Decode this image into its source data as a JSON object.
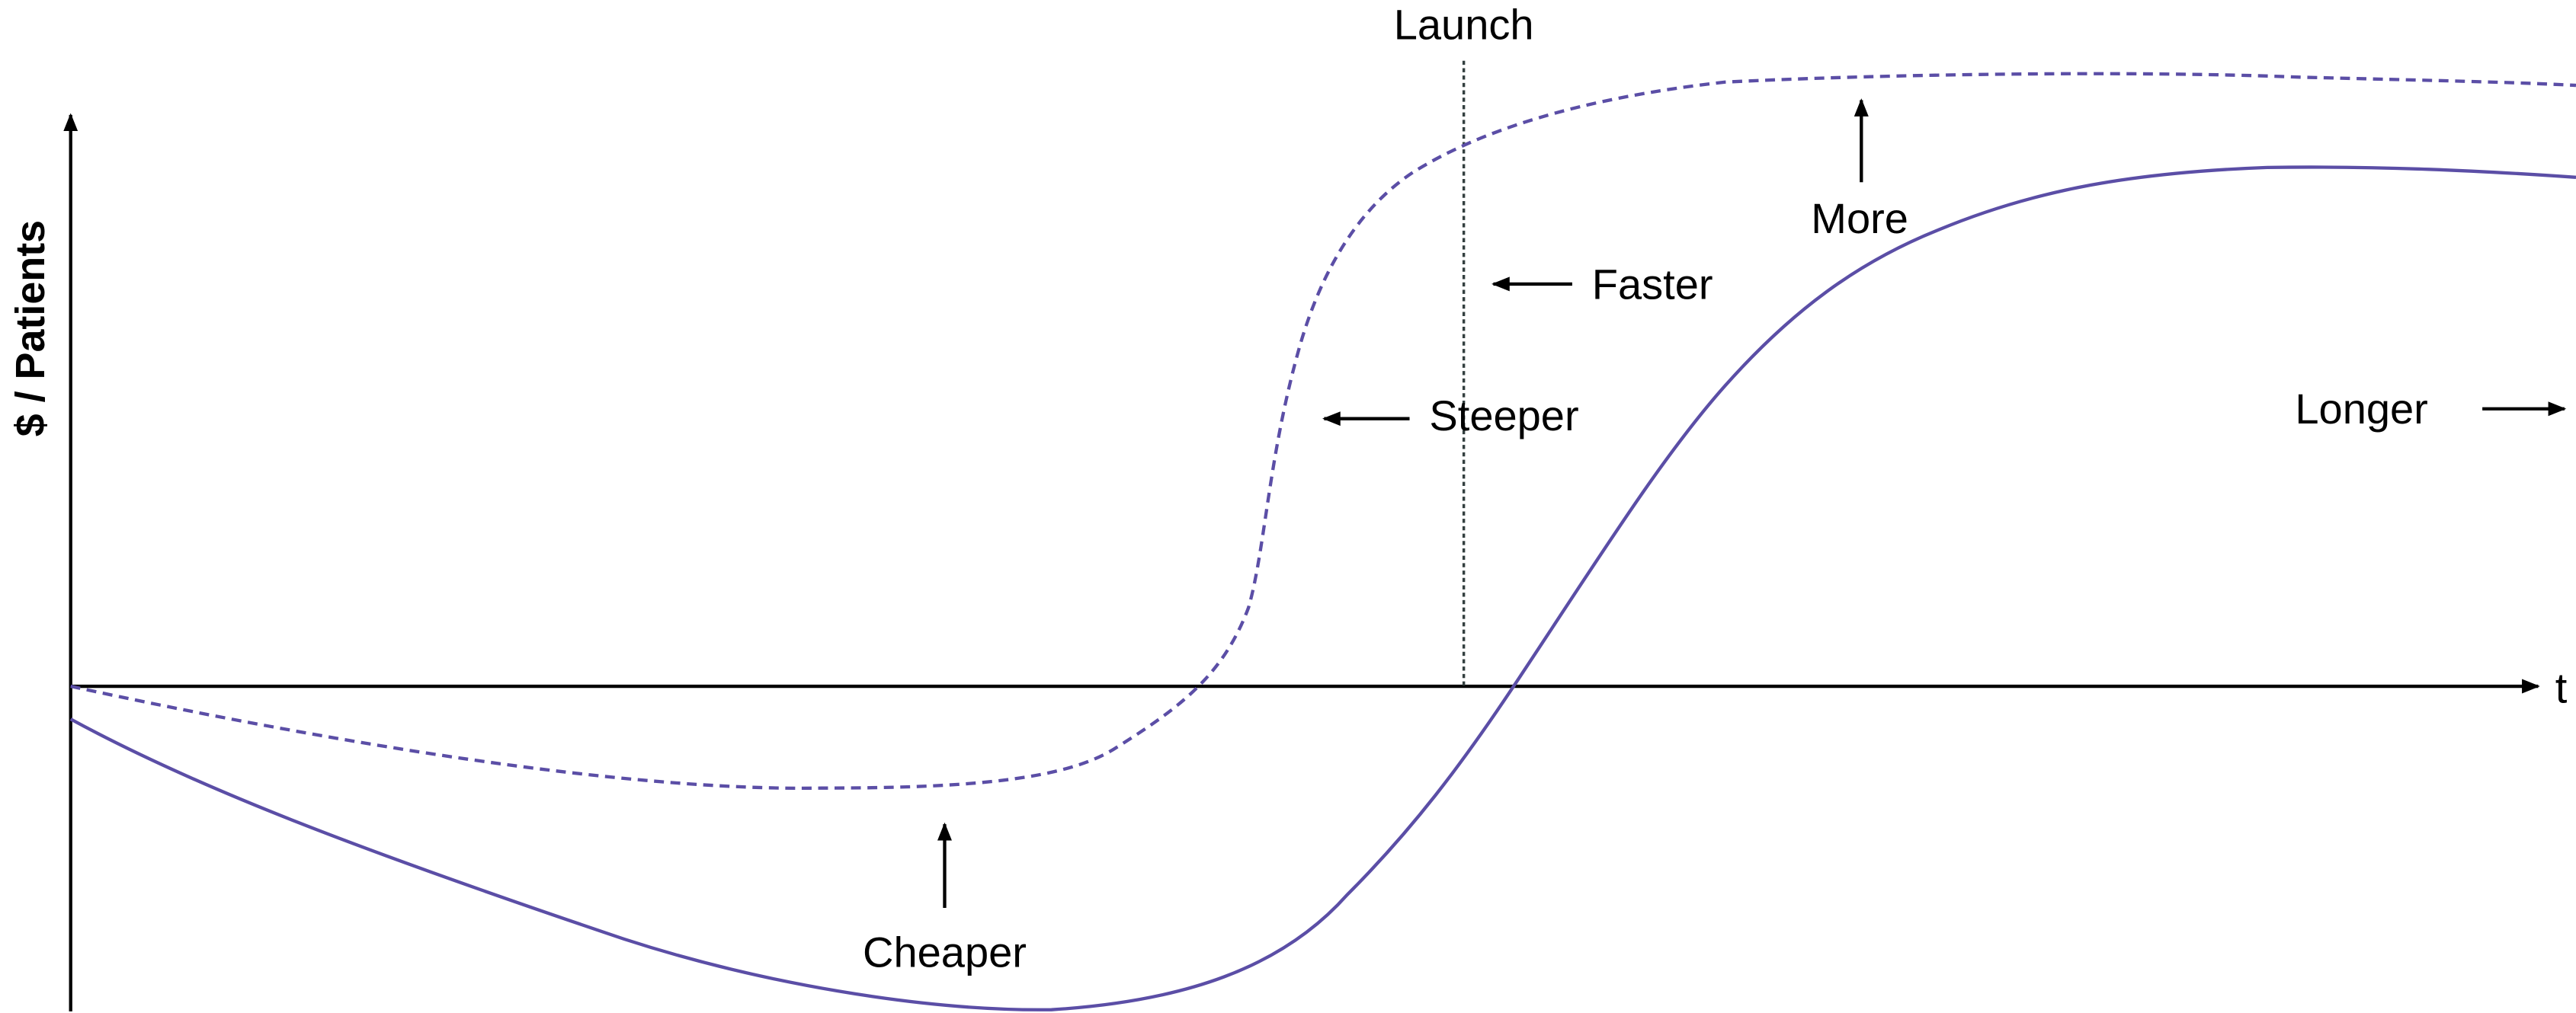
{
  "axes": {
    "y_label": "$ / Patients",
    "x_label": "t"
  },
  "annotations": {
    "launch": "Launch",
    "faster": "Faster",
    "more": "More",
    "steeper": "Steeper",
    "longer": "Longer",
    "cheaper": "Cheaper"
  },
  "colors": {
    "curve": "#5b4ea6",
    "launch_line": "#333f3f",
    "ink": "#000000"
  },
  "curves": {
    "current": "solid",
    "improved": "dashed"
  }
}
